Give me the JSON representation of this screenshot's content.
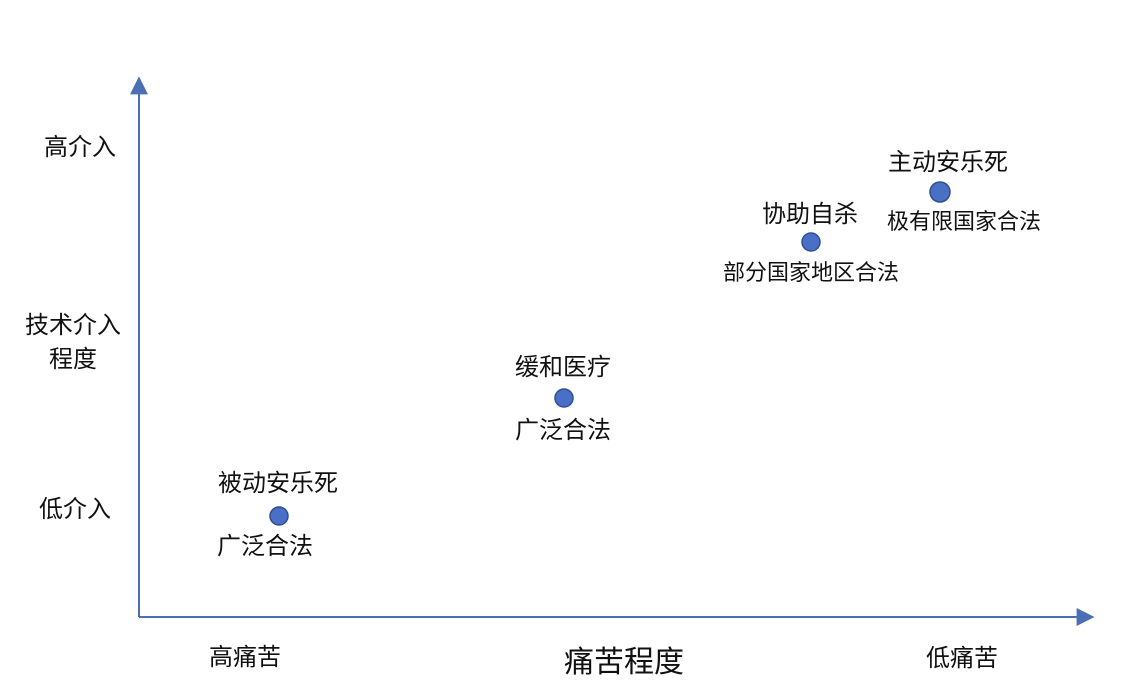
{
  "y_axis": {
    "title_line1": "技术介入",
    "title_line2": "程度",
    "tick_high": "高介入",
    "tick_low": "低介入"
  },
  "x_axis": {
    "title": "痛苦程度",
    "tick_left": "高痛苦",
    "tick_right": "低痛苦"
  },
  "colors": {
    "axis": "#4a6fb5",
    "point_fill": "#4a6fc6",
    "point_stroke": "#2f4f8f"
  },
  "points": [
    {
      "name": "被动安乐死",
      "status": "广泛合法"
    },
    {
      "name": "缓和医疗",
      "status": "广泛合法"
    },
    {
      "name": "协助自杀",
      "status": "部分国家地区合法"
    },
    {
      "name": "主动安乐死",
      "status": "极有限国家合法"
    }
  ]
}
